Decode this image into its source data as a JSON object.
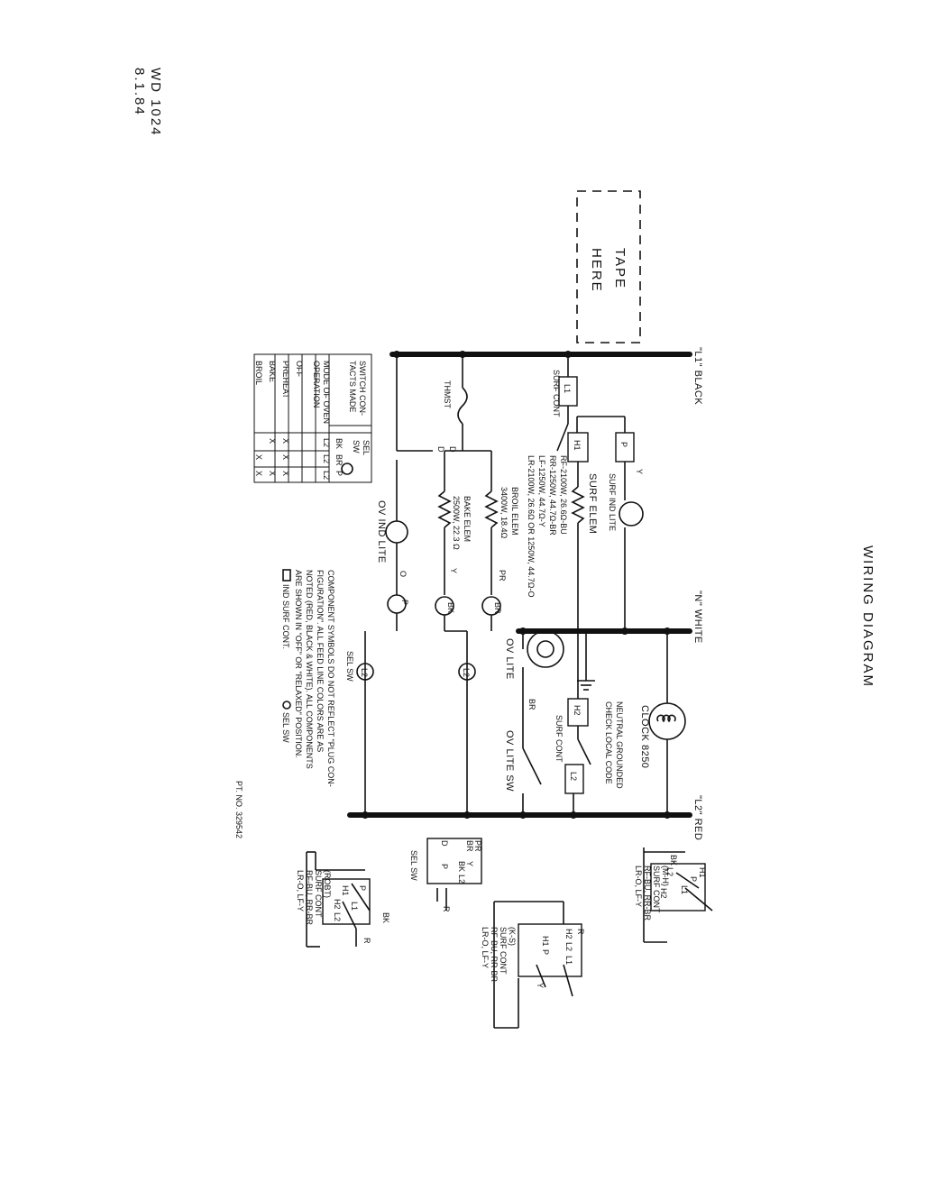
{
  "header": {
    "date": "8.1.84",
    "drawing_no": "WD 1024",
    "title": "WIRING DIAGRAM",
    "tape_here": [
      "TAPE",
      "HERE"
    ],
    "part_no": "PT. NO. 329542"
  },
  "buses": {
    "l1": "\"L1\" BLACK",
    "n": "\"N\" WHITE",
    "l2": "\"L2\" RED"
  },
  "components": {
    "surf_cont": "SURF CONT",
    "surf_cont_2": "SURF CONT",
    "term_l1": "L1",
    "term_h1": "H1",
    "term_p": "P",
    "term_h2": "H2",
    "term_l2": "L2",
    "term_p2": "P",
    "wire_y": "Y",
    "surf_ind_lite": "SURF IND LITE",
    "surf_elem": "SURF ELEM",
    "surf_elem_specs": [
      "RF-2100W, 26.6Ω-BU",
      "RR-1250W, 44.7Ω-BR",
      "LF-1250W, 44.7Ω-Y",
      "LR-2100W, 26.6Ω OR 1250W, 44.7Ω-O"
    ],
    "clock": "CLOCK 8250",
    "neutral_ground": [
      "NEUTRAL GROUNDED",
      "CHECK LOCAL CODE"
    ],
    "ov_lite": "OV LITE",
    "ov_lite_sw": "OV LITE SW",
    "wire_br": "BR",
    "thmst": "THMST",
    "broil_elem": [
      "BROIL ELEM",
      "3400W, 18.4Ω"
    ],
    "bake_elem": [
      "BAKE ELEM",
      "2500W, 22.3 Ω"
    ],
    "wire_pr": "PR",
    "wire_br2": "BR",
    "wire_y2": "Y",
    "wire_bk": "BK",
    "wire_o": "O",
    "wire_d1": "D",
    "wire_d2": "D",
    "ov_ind_lite": "OV IND LITE",
    "sel_sw": "SEL SW",
    "sel_sw_l2_a": "L2",
    "sel_sw_l2_b": "L2",
    "sel_sw_p": "P"
  },
  "switch_table": {
    "sel_sw_label": [
      "SEL",
      "SW"
    ],
    "header_label": [
      "SWITCH CON-",
      "TACTS MADE"
    ],
    "mode_label": [
      "MODE OF OVEN",
      "OPERATION"
    ],
    "col_nums": [
      "L2",
      "L2",
      "L2"
    ],
    "col_wires": [
      "BK",
      "BR",
      "P"
    ],
    "rows": [
      {
        "mode": "OFF",
        "marks": [
          "",
          "",
          ""
        ]
      },
      {
        "mode": "PREHEAT",
        "marks": [
          "X",
          "X",
          "X"
        ]
      },
      {
        "mode": "BAKE",
        "marks": [
          "X",
          "",
          "X"
        ]
      },
      {
        "mode": "BROIL",
        "marks": [
          "",
          "X",
          "X"
        ]
      }
    ]
  },
  "notes": {
    "lines": [
      "COMPONENT SYMBOLS DO NOT REFLECT \"PLUG CON-",
      "FIGURATION\".  ALL FEED LINE COLORS ARE AS",
      "NOTED (RED, BLACK & WHITE). ALL COMPONENTS",
      "ARE SHOWN IN \"OFF\" OR \"RELAXED\" POSITION."
    ],
    "legend": [
      "IND    SURF CONT.",
      "SEL  SW"
    ]
  },
  "details": {
    "surf_cont_1": {
      "terms": [
        "H1",
        "P",
        "L1",
        "L2",
        "H2",
        "BK"
      ],
      "caption": [
        "LR-O, LF-Y",
        "RF-BU, RR-BR",
        "SURF CONT",
        "(M-H)"
      ]
    },
    "surf_cont_2": {
      "terms": [
        "H2",
        "L2",
        "L1",
        "H1",
        "P",
        "R",
        "Y"
      ],
      "caption": [
        "LR-O, LF-Y",
        "RF-BU, RR-BR",
        "SURF CONT",
        "(K-S)"
      ]
    },
    "surf_cont_3": {
      "terms": [
        "H1",
        "L1",
        "H2",
        "L2",
        "P",
        "BK",
        "R"
      ],
      "caption": [
        "LR-O, LF-Y",
        "RF-BU, RR-BR",
        "SURF CONT",
        "(ROBT)"
      ]
    },
    "sel_sw_detail": {
      "terms": [
        "PR",
        "BR",
        "BK",
        "Y",
        "L2",
        "P",
        "D",
        "R"
      ],
      "caption": "SEL SW"
    }
  }
}
